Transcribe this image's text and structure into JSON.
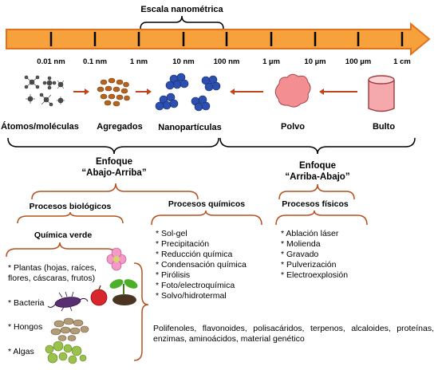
{
  "scale": {
    "title": "Escala nanométrica",
    "ticks": [
      "0.01 nm",
      "0.1 nm",
      "1 nm",
      "10 nm",
      "100 nm",
      "1 µm",
      "10 µm",
      "100 µm",
      "1 cm"
    ]
  },
  "stages": [
    "Átomos/moléculas",
    "Agregados",
    "Nanopartículas",
    "Polvo",
    "Bulto"
  ],
  "approaches": {
    "bottom_up": [
      "Enfoque",
      "“Abajo-Arriba”"
    ],
    "top_down": [
      "Enfoque",
      "“Arriba-Abajo”"
    ]
  },
  "process_headings": {
    "biological": "Procesos biológicos",
    "chemical": "Procesos químicos",
    "physical": "Procesos físicos",
    "green": "Química verde"
  },
  "chemical_items": [
    "* Sol-gel",
    "* Precipitación",
    "* Reducción química",
    "* Condensación química",
    "* Pirólisis",
    "* Foto/electroquímica",
    "* Solvo/hidrotermal"
  ],
  "physical_items": [
    "* Ablación láser",
    "* Molienda",
    "* Gravado",
    "* Pulverización",
    "* Electroexplosión"
  ],
  "green_items": {
    "plants": [
      "* Plantas (hojas, raíces,",
      "flores, cáscaras, frutos)"
    ],
    "bacteria": "* Bacteria",
    "fungi": "* Hongos",
    "algae": "* Algas"
  },
  "biomolecules": "Polifenoles, flavonoides, polisacáridos, terpenos, alcaloides, proteínas, enzimas, aminoácidos, material genético",
  "colors": {
    "arrow_fill": "#f7a13c",
    "arrow_stroke": "#e0721f",
    "brace": "#b5501e",
    "particle_blue": "#2c4fb0",
    "aggregate": "#b4641f",
    "powder": "#f38e92",
    "bulk": "#f6a9ad"
  }
}
